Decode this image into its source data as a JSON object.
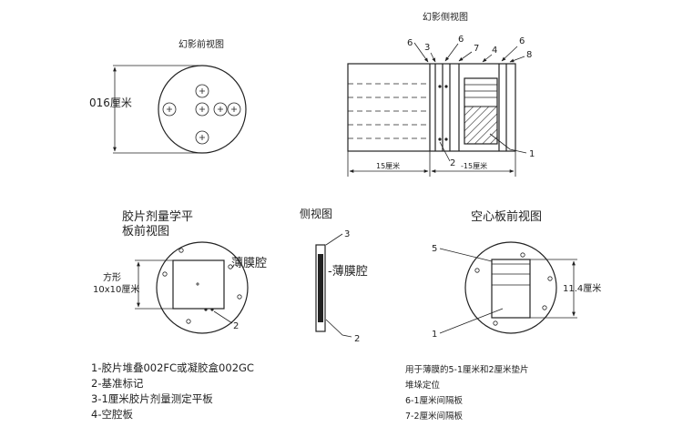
{
  "front_view": {
    "title": "幻影前视图",
    "diameter_label": "016厘米"
  },
  "side_view": {
    "title": "幻影侧视图",
    "callouts": {
      "c6a": "6",
      "c3": "3",
      "c6b": "6",
      "c7": "7",
      "c4": "4",
      "c6c": "6",
      "c8": "8",
      "c1": "1",
      "c2": "2"
    },
    "dim_left": "15厘米",
    "dim_right": "-15厘米"
  },
  "film_plate_view": {
    "title_line1": "胶片剂量学平",
    "title_line2": "板前视图",
    "film_label": "薄膜腔",
    "size_line1": "方形",
    "size_line2": "10x10厘米",
    "callout_2": "2"
  },
  "plate_side_view": {
    "title": "侧视图",
    "film_label": "-薄膜腔",
    "callout_3": "3",
    "callout_2": "2"
  },
  "hollow_plate_view": {
    "title": "空心板前视图",
    "dim_label": "11.4厘米",
    "callout_5": "5",
    "callout_1": "1"
  },
  "legend_left": [
    "1-胶片堆叠002FC或凝胶盒002GC",
    "2-基准标记",
    "3-1厘米胶片剂量测定平板",
    "4-空腔板"
  ],
  "legend_right": [
    "用于薄膜的5-1厘米和2厘米垫片",
    "堆垛定位",
    "6-1厘米间隔板",
    "7-2厘米间隔板"
  ]
}
